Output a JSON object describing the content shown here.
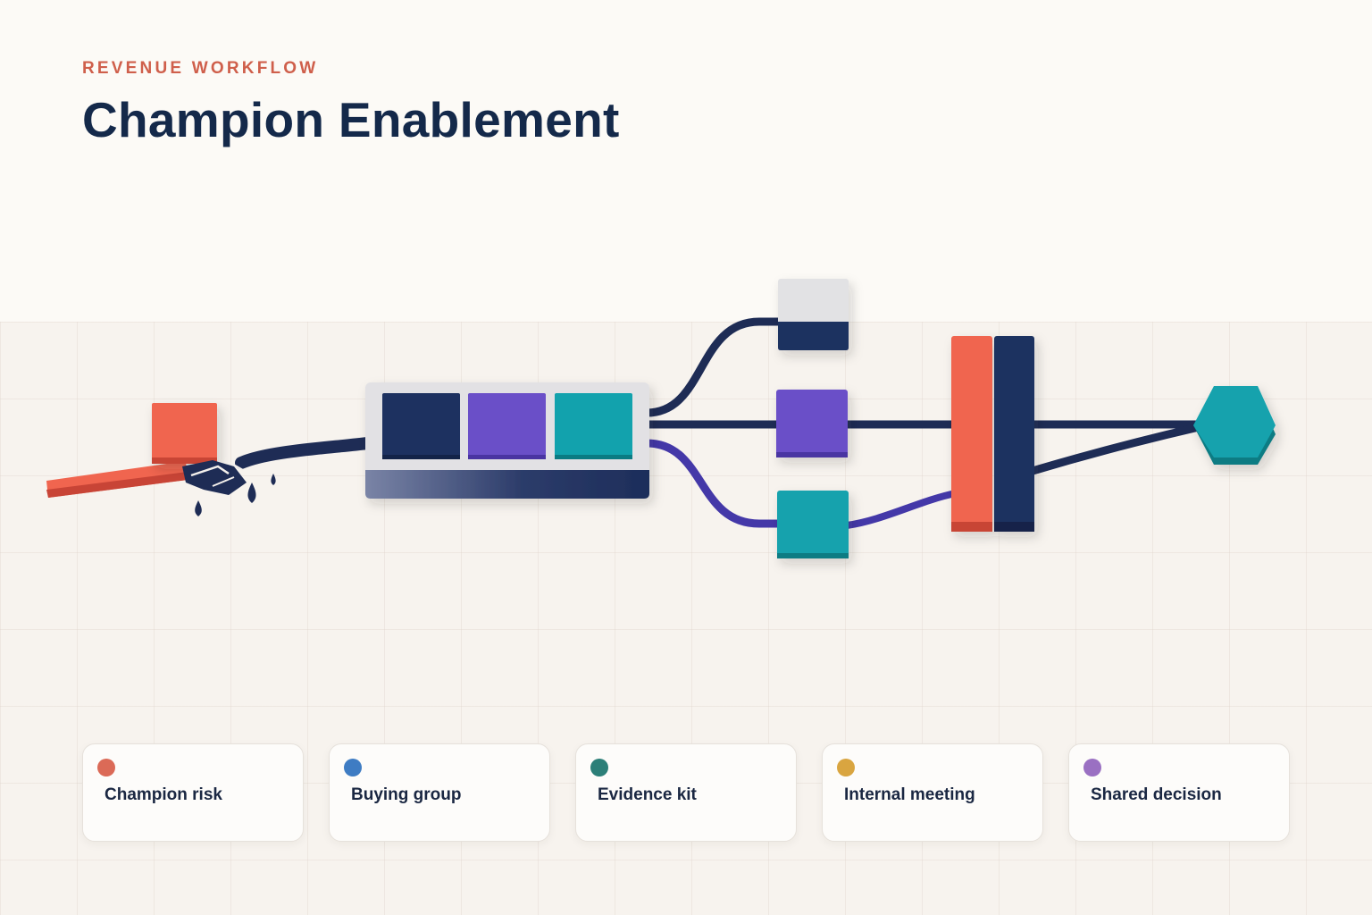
{
  "header": {
    "eyebrow": "REVENUE WORKFLOW",
    "title": "Champion Enablement"
  },
  "colors": {
    "navy": "#1d3160",
    "purple": "#6a4fc8",
    "teal": "#12a2ad",
    "coral": "#f0654f",
    "connector_navy": "#1e2c55",
    "connector_violet": "#4438a8",
    "light_gray": "#e2e2e4"
  },
  "legend": [
    {
      "label": "Champion risk",
      "color": "#db6a57",
      "icon": "dot-icon"
    },
    {
      "label": "Buying group",
      "color": "#3e7cc3",
      "icon": "dot-icon"
    },
    {
      "label": "Evidence kit",
      "color": "#2c7f78",
      "icon": "dot-icon"
    },
    {
      "label": "Internal meeting",
      "color": "#d9a540",
      "icon": "dot-icon"
    },
    {
      "label": "Shared decision",
      "color": "#9a70c2",
      "icon": "dot-icon"
    }
  ]
}
